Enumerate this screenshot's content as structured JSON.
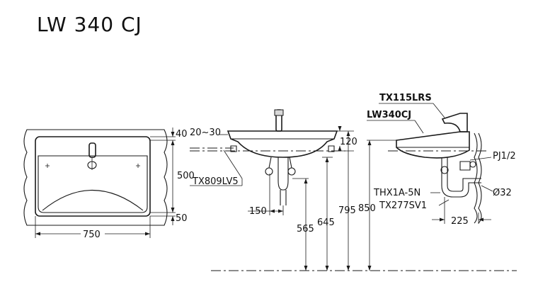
{
  "title": "LW 340 CJ",
  "labels": {
    "tx115lrs": "TX115LRS",
    "lw340cj": "LW340CJ",
    "tx809lv5": "TX809LV5",
    "pj": "PJ1/2",
    "thx": "THX1A-5N",
    "tx277": "TX277SV1",
    "phi32": "Ø32"
  },
  "dimensions": {
    "d40": "40",
    "d500": "500",
    "d50": "50",
    "d750": "750",
    "d2030": "20~30",
    "d120": "120",
    "d150": "150",
    "d565": "565",
    "d645": "645",
    "d795": "795",
    "d850": "850",
    "d225": "225"
  }
}
